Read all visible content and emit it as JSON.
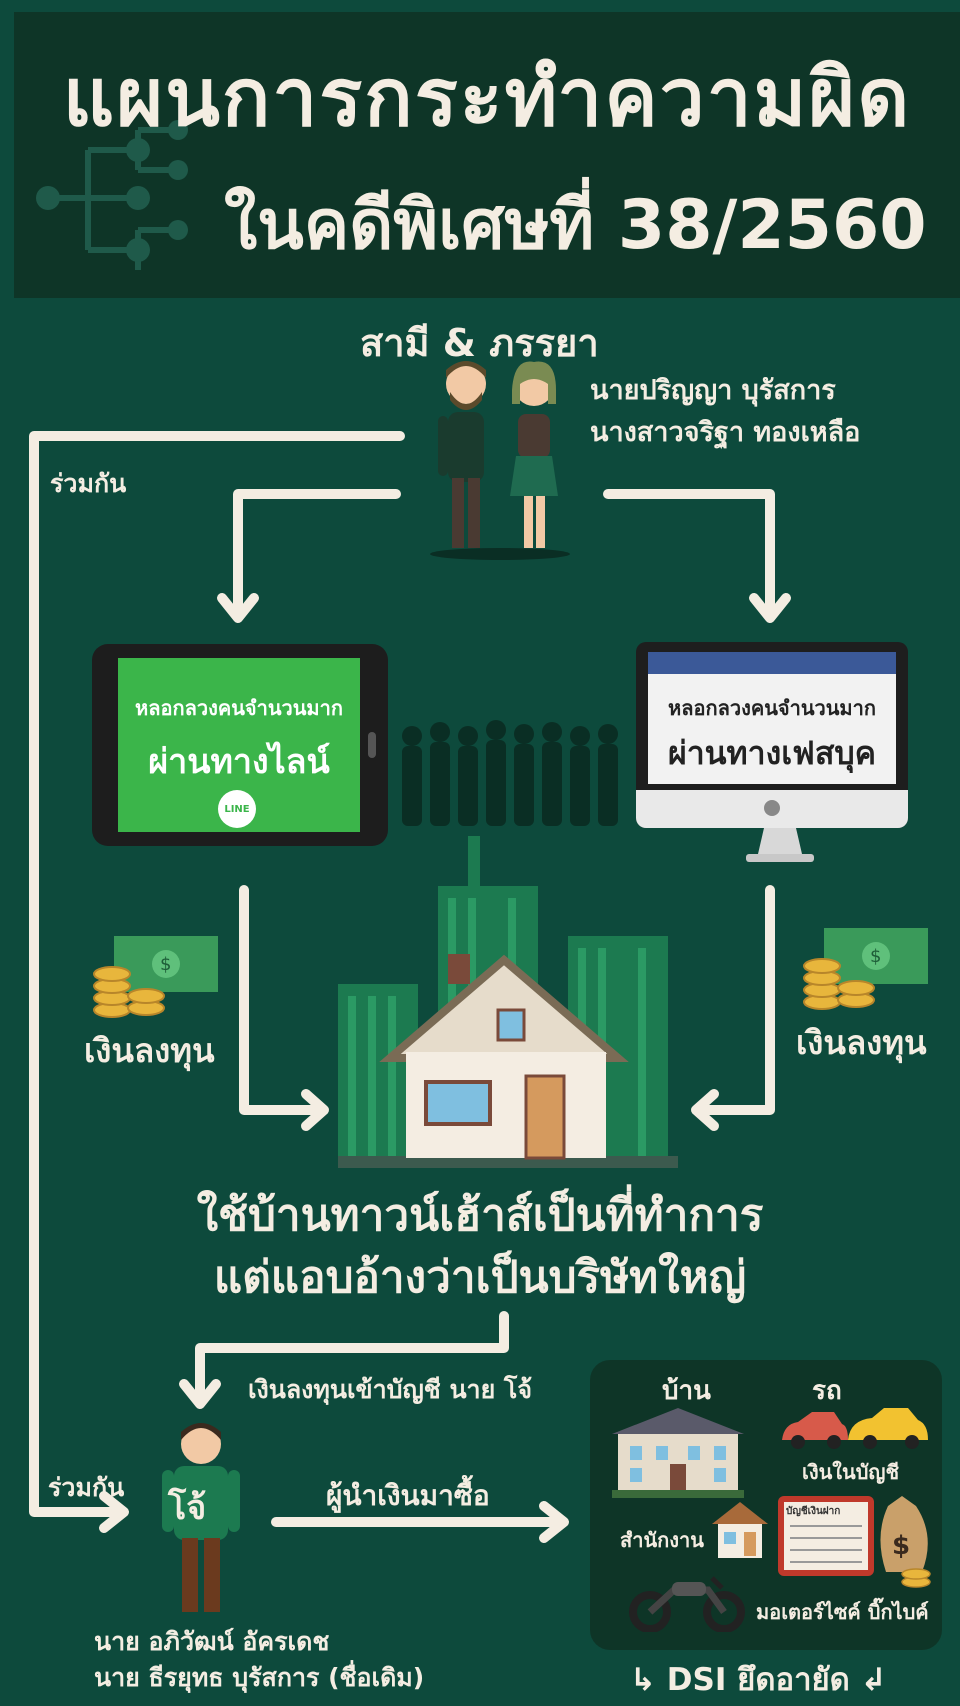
{
  "title": {
    "line1": "แผนการกระทำความผิด",
    "line2": "ในคดีพิเศษที่ 38/2560"
  },
  "couple": {
    "label": "สามี & ภรรยา",
    "husband": "นายปริญญา บุรัสการ",
    "wife": "นางสาวจริฐา ทองเหลือ"
  },
  "join_label_top": "ร่วมกัน",
  "join_label_bottom": "ร่วมกัน",
  "line_channel": {
    "small": "หลอกลวงคนจำนวนมาก",
    "big": "ผ่านทางไลน์",
    "logo": "LINE"
  },
  "facebook_channel": {
    "small": "หลอกลวงคนจำนวนมาก",
    "big": "ผ่านทางเฟสบุค"
  },
  "investment_left": "เงินลงทุน",
  "investment_right": "เงินลงทุน",
  "center_text": {
    "line1": "ใช้บ้านทาวน์เฮ้าส์เป็นที่ทำการ",
    "line2": "แต่แอบอ้างว่าเป็นบริษัทใหญ่"
  },
  "account_flow": "เงินลงทุนเข้าบัญชี นาย โจ้",
  "jo": {
    "label": "โจ้",
    "name1": "นาย อภิวัฒน์ อัครเดช",
    "name2": "นาย ธีรยุทธ บุรัสการ (ชื่อเดิม)"
  },
  "buy_label": "ผู้นำเงินมาซื้อ",
  "assets": {
    "house": "บ้าน",
    "car": "รถ",
    "bank": "เงินในบัญชี",
    "office": "สำนักงาน",
    "bike": "มอเตอร์ไซค์ บิ๊กไบค์",
    "passbook": "บัญชีเงินฝาก"
  },
  "seized": "↳ DSI ยึดอายัด ↲",
  "colors": {
    "background": "#0d4a3c",
    "title_box": "#0e3527",
    "text": "#f4ede2",
    "line_green": "#3bb54a",
    "facebook_blue": "#3b5998"
  }
}
